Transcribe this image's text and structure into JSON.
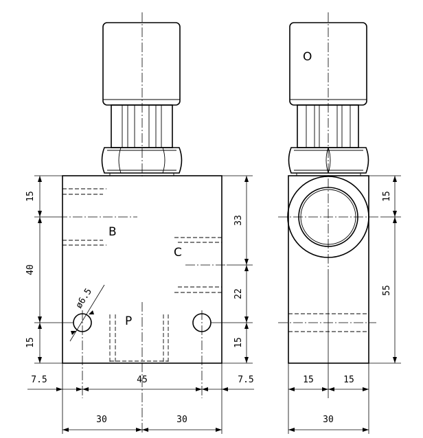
{
  "ports": {
    "b": "B",
    "c": "C",
    "p": "P",
    "side_knob": "O"
  },
  "front_view": {
    "left_vertical": {
      "top": "15",
      "middle": "40",
      "bottom": "15"
    },
    "right_vertical": {
      "top": "33",
      "middle": "22",
      "bottom": "15"
    },
    "hole_diameter": "ø6.5",
    "horizontal_inner": {
      "left": "7.5",
      "middle": "45",
      "right": "7.5"
    },
    "horizontal_outer": {
      "left": "30",
      "right": "30"
    }
  },
  "side_view": {
    "right_vertical": {
      "top": "15",
      "bottom": "55"
    },
    "horizontal_inner": {
      "left": "15",
      "right": "15"
    },
    "horizontal_outer": "30"
  }
}
